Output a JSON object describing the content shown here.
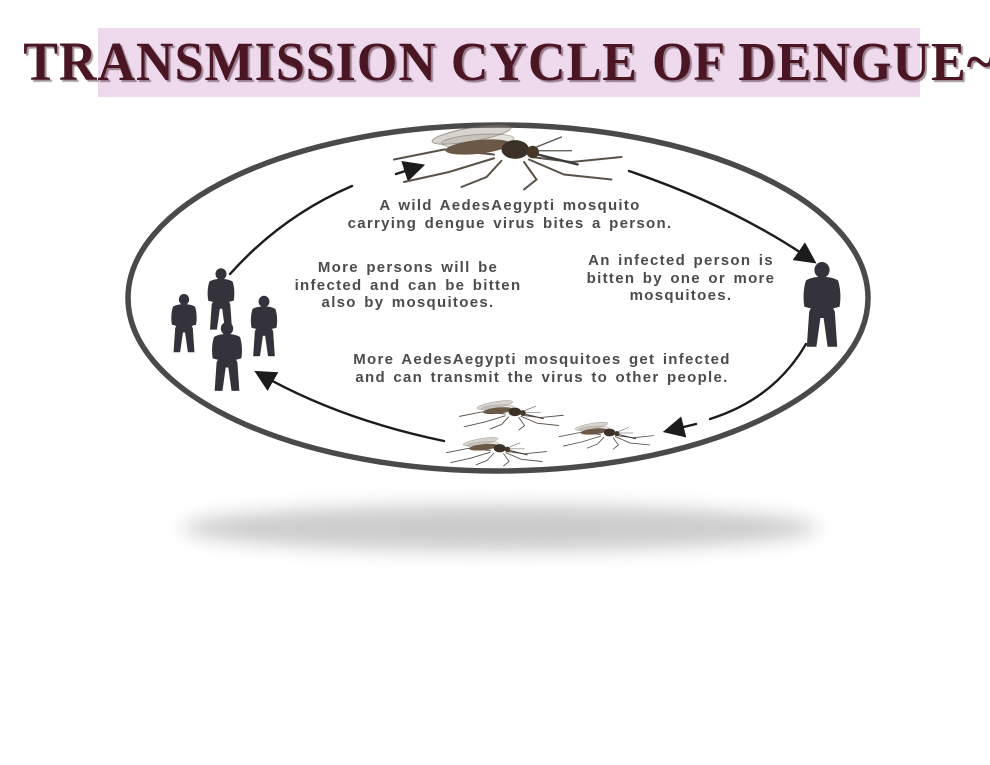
{
  "banner": {
    "title": "TRANSMISSION CYCLE OF DENGUE~"
  },
  "cycle": {
    "steps": [
      {
        "position": "top",
        "text": "A wild AedesAegypti mosquito\ncarrying dengue virus bites a person."
      },
      {
        "position": "right",
        "text": "An infected person is\nbitten by one or more\nmosquitoes."
      },
      {
        "position": "bottom",
        "text": "More AedesAegypti mosquitoes get infected\nand can transmit the virus to other people."
      },
      {
        "position": "left",
        "text": "More persons will be\ninfected and can be bitten\nalso by mosquitoes."
      }
    ],
    "icons": [
      {
        "name": "mosquito-icon",
        "location": "top",
        "count": 1
      },
      {
        "name": "infected-person-icon",
        "location": "right",
        "count": 1
      },
      {
        "name": "mosquito-icon",
        "location": "bottom",
        "count": 3
      },
      {
        "name": "crowd-icon",
        "location": "left",
        "count": 4
      }
    ],
    "direction": "clockwise"
  },
  "colors": {
    "banner-bg": "#eed9ed",
    "title-color": "#4a1624",
    "outline-color": "#4a4a4a",
    "arrow-color": "#1c1c1c",
    "silhouette-color": "#34333b",
    "body-text-color": "#4c4c4c",
    "shadow-color": "#c4c4c4"
  }
}
